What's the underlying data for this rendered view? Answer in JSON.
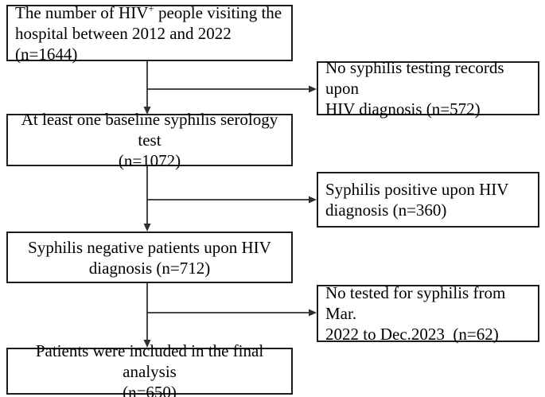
{
  "figure": {
    "type": "flowchart",
    "background_color": "#ffffff",
    "box_border_color": "#1c1c1c",
    "connector_color": "#2f2f2f",
    "text_color": "#000000"
  },
  "flowchart": {
    "boxes": [
      {
        "name": "hiv-total",
        "line1_pre": "The number of HIV",
        "line1_sup": "+",
        "line1_post": " people visiting the",
        "line2": "hospital between 2012 and 2022 (n=1644)"
      },
      {
        "name": "no-syphilis-testing-records",
        "line1": "No syphilis testing records upon",
        "line2": "HIV diagnosis (n=572)"
      },
      {
        "name": "baseline-serology-test",
        "line1": "At least one baseline syphilis serology test",
        "line2": "(n=1072)"
      },
      {
        "name": "syphilis-positive",
        "line1": "Syphilis positive upon HIV",
        "line2": "diagnosis (n=360)"
      },
      {
        "name": "syphilis-negative",
        "line1": "Syphilis negative patients upon HIV",
        "line2": "diagnosis (n=712)"
      },
      {
        "name": "not-tested-followup",
        "line1": "No tested for syphilis from Mar.",
        "line2": "2022 to Dec.2023  (n=62)"
      },
      {
        "name": "final-analysis",
        "line1": "Patients were included in the final analysis",
        "line2": "(n=650)"
      }
    ]
  }
}
